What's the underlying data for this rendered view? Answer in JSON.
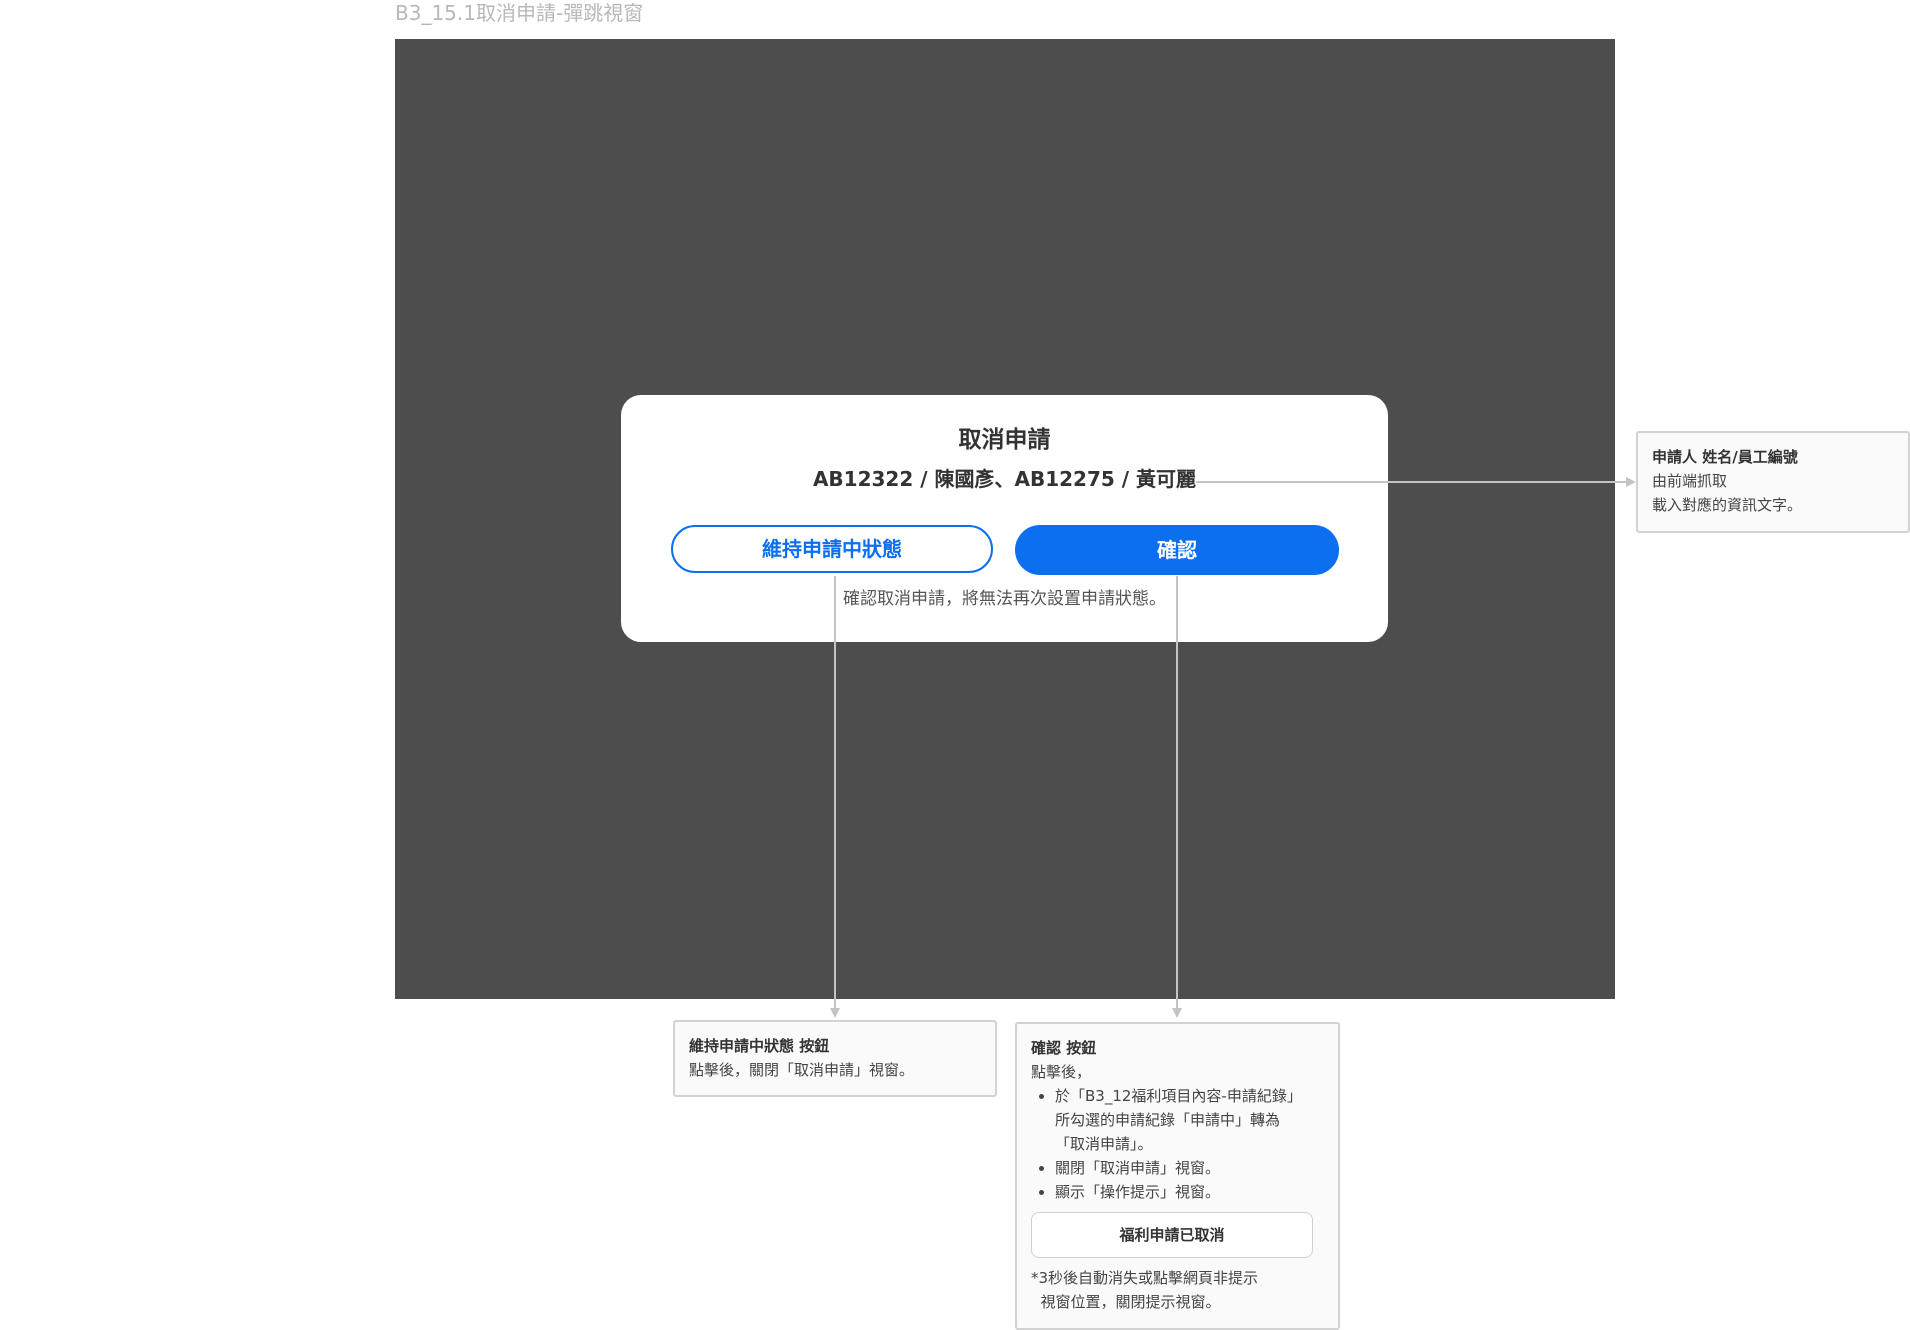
{
  "frame_title": "B3_15.1取消申請-彈跳視窗",
  "dialog": {
    "title": "取消申請",
    "subtitle": "AB12322 / 陳國彥、AB12275 / 黃可麗",
    "keep_button": "維持申請中狀態",
    "confirm_button": "確認",
    "hint": "確認取消申請，將無法再次設置申請狀態。"
  },
  "notes": {
    "applicant": {
      "title": "申請人 姓名/員工編號",
      "lines": [
        "由前端抓取",
        "載入對應的資訊文字。"
      ]
    },
    "keep": {
      "title": "維持申請中狀態 按鈕",
      "lines": [
        "點擊後，關閉「取消申請」視窗。"
      ]
    },
    "confirm": {
      "title": "確認 按鈕",
      "intro": "點擊後，",
      "bullets": [
        "於「B3_12福利項目內容-申請紀錄」\n所勾選的申請紀錄「申請中」轉為\n「取消申請」。",
        "關閉「取消申請」視窗。",
        "顯示「操作提示」視窗。"
      ],
      "toast": "福利申請已取消",
      "footnote_1": "*3秒後自動消失或點擊網頁非提示",
      "footnote_2": "  視窗位置，關閉提示視窗。"
    }
  }
}
